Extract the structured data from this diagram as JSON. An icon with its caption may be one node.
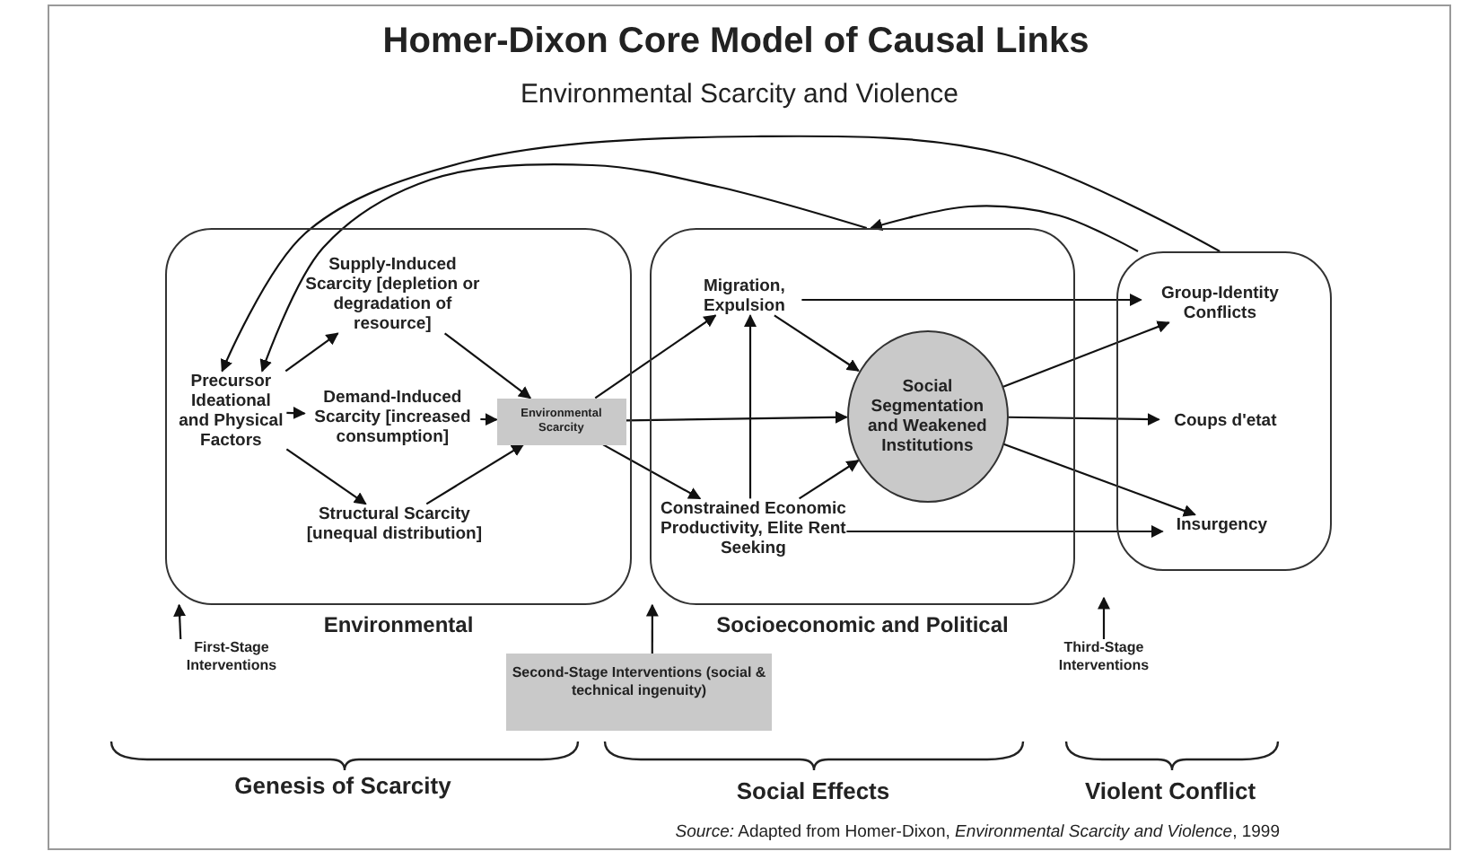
{
  "diagram": {
    "title": "Homer-Dixon Core Model of Causal Links",
    "caption": "*Source:* Adapted from Homer-Dixon, *Environmental Scarcity and Violence*, 1999",
    "nodes": [
      {
        "text": [
          "Environmental"
        ]
      },
      {
        "text": [
          "Precursor Ideational and Physical Factors"
        ],
        "in": 0
      },
      {
        "text": [
          "Supply-Induced Scarcity [depletion or degradation of resource]"
        ],
        "in": 0
      },
      {
        "text": [
          "Demand-Induced Scarcity [increased consumption]"
        ],
        "in": 0
      },
      {
        "text": [
          "Structural Scarcity [unequal distribution]"
        ],
        "in": 0
      },
      {
        "text": [
          "Environmental Scarcity"
        ],
        "in": 0
      },
      {
        "text": [
          "Socioeconomic and Political"
        ]
      },
      {
        "text": [
          "Migration, Expulsion"
        ],
        "in": 6
      },
      {
        "text": [
          "Social Segmentation and Weakened Institutions"
        ],
        "in": 6
      },
      {
        "text": [
          "Constrained Economic Productivity, Elite Rent Seeking"
        ],
        "in": 6
      },
      {
        "text": [],
        "shape": "box"
      },
      {
        "text": [
          "Group-Identity Conflicts"
        ],
        "in": 10
      },
      {
        "text": [
          "Coups d'etat"
        ],
        "in": 10
      },
      {
        "text": [
          "Insurgency"
        ],
        "in": 10
      },
      {
        "text": [
          "First-Stage Interventions"
        ]
      },
      {
        "text": [
          "Second-Stage Interventions (social & technical ingenuity)"
        ]
      },
      {
        "text": [
          "Third-Stage Interventions"
        ]
      }
    ],
    "edges": [
      {
        "from": 1,
        "to": 2,
        "arrow": "to"
      },
      {
        "from": 1,
        "to": 3,
        "arrow": "to"
      },
      {
        "from": 1,
        "to": 4,
        "arrow": "to"
      },
      {
        "from": 2,
        "to": 5,
        "arrow": "to"
      },
      {
        "from": 3,
        "to": 5,
        "arrow": "to"
      },
      {
        "from": 4,
        "to": 5,
        "arrow": "to"
      },
      {
        "from": 5,
        "to": 7,
        "arrow": "to"
      },
      {
        "from": 5,
        "to": 8,
        "arrow": "to"
      },
      {
        "from": 5,
        "to": 9,
        "arrow": "to"
      },
      {
        "from": 9,
        "to": 7,
        "arrow": "to"
      },
      {
        "from": 7,
        "to": 8,
        "arrow": "to"
      },
      {
        "from": 9,
        "to": 8,
        "arrow": "to"
      },
      {
        "from": 7,
        "to": 11,
        "arrow": "to"
      },
      {
        "from": 8,
        "to": 11,
        "arrow": "to"
      },
      {
        "from": 8,
        "to": 12,
        "arrow": "to"
      },
      {
        "from": 8,
        "to": 13,
        "arrow": "to"
      },
      {
        "from": 9,
        "to": 13,
        "arrow": "to"
      },
      {
        "from": 10,
        "to": 1,
        "arrow": "to"
      },
      {
        "from": 10,
        "to": 6,
        "arrow": "to"
      },
      {
        "from": 6,
        "to": 1,
        "arrow": "to"
      },
      {
        "from": 14,
        "to": 0,
        "arrow": "to"
      },
      {
        "from": 15,
        "to": 6,
        "arrow": "to"
      },
      {
        "from": 16,
        "to": null,
        "arrow": "to"
      }
    ],
    "labels": [
      "Environmental Scarcity and Violence",
      "Genesis of Scarcity",
      "Social Effects",
      "Violent Conflict"
    ]
  }
}
